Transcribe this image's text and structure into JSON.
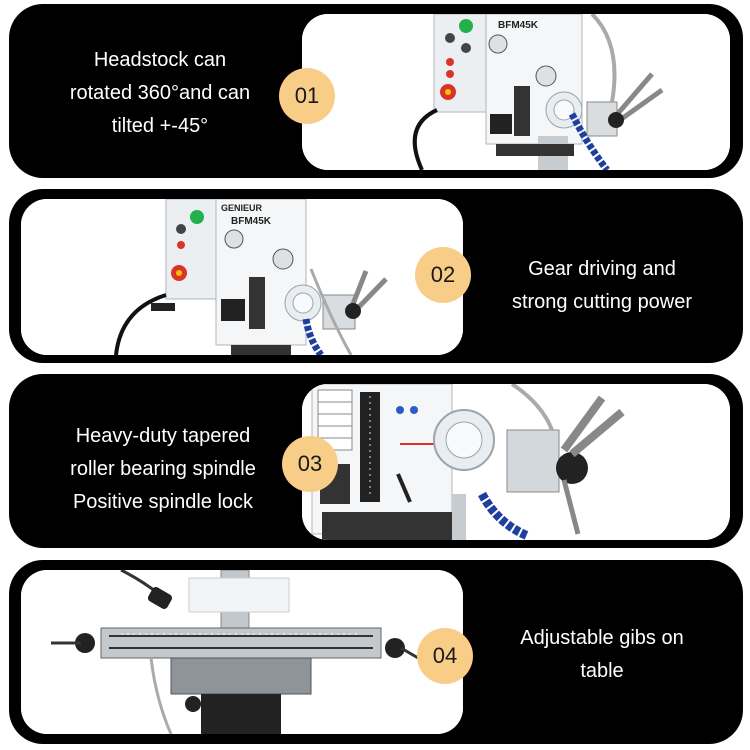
{
  "panels": [
    {
      "number": "01",
      "lines": [
        "Headstock can",
        "rotated 360°and can",
        "tilted +-45°"
      ],
      "image": {
        "model": "BFM45K"
      }
    },
    {
      "number": "02",
      "lines": [
        "Gear driving and",
        "strong cutting power"
      ],
      "image": {
        "brand": "GENIEUR",
        "model": "BFM45K"
      }
    },
    {
      "number": "03",
      "lines": [
        "Heavy-duty tapered",
        "roller bearing spindle",
        "Positive spindle lock"
      ],
      "image": {}
    },
    {
      "number": "04",
      "lines": [
        "Adjustable gibs on",
        "table"
      ],
      "image": {}
    }
  ],
  "colors": {
    "panel": "#000000",
    "badge": "#f7cd88",
    "caption_text": "#ffffff",
    "coolant_hose": "#1f3fa0",
    "start_button": "#22b14c",
    "stop_button": "#d8342c"
  }
}
